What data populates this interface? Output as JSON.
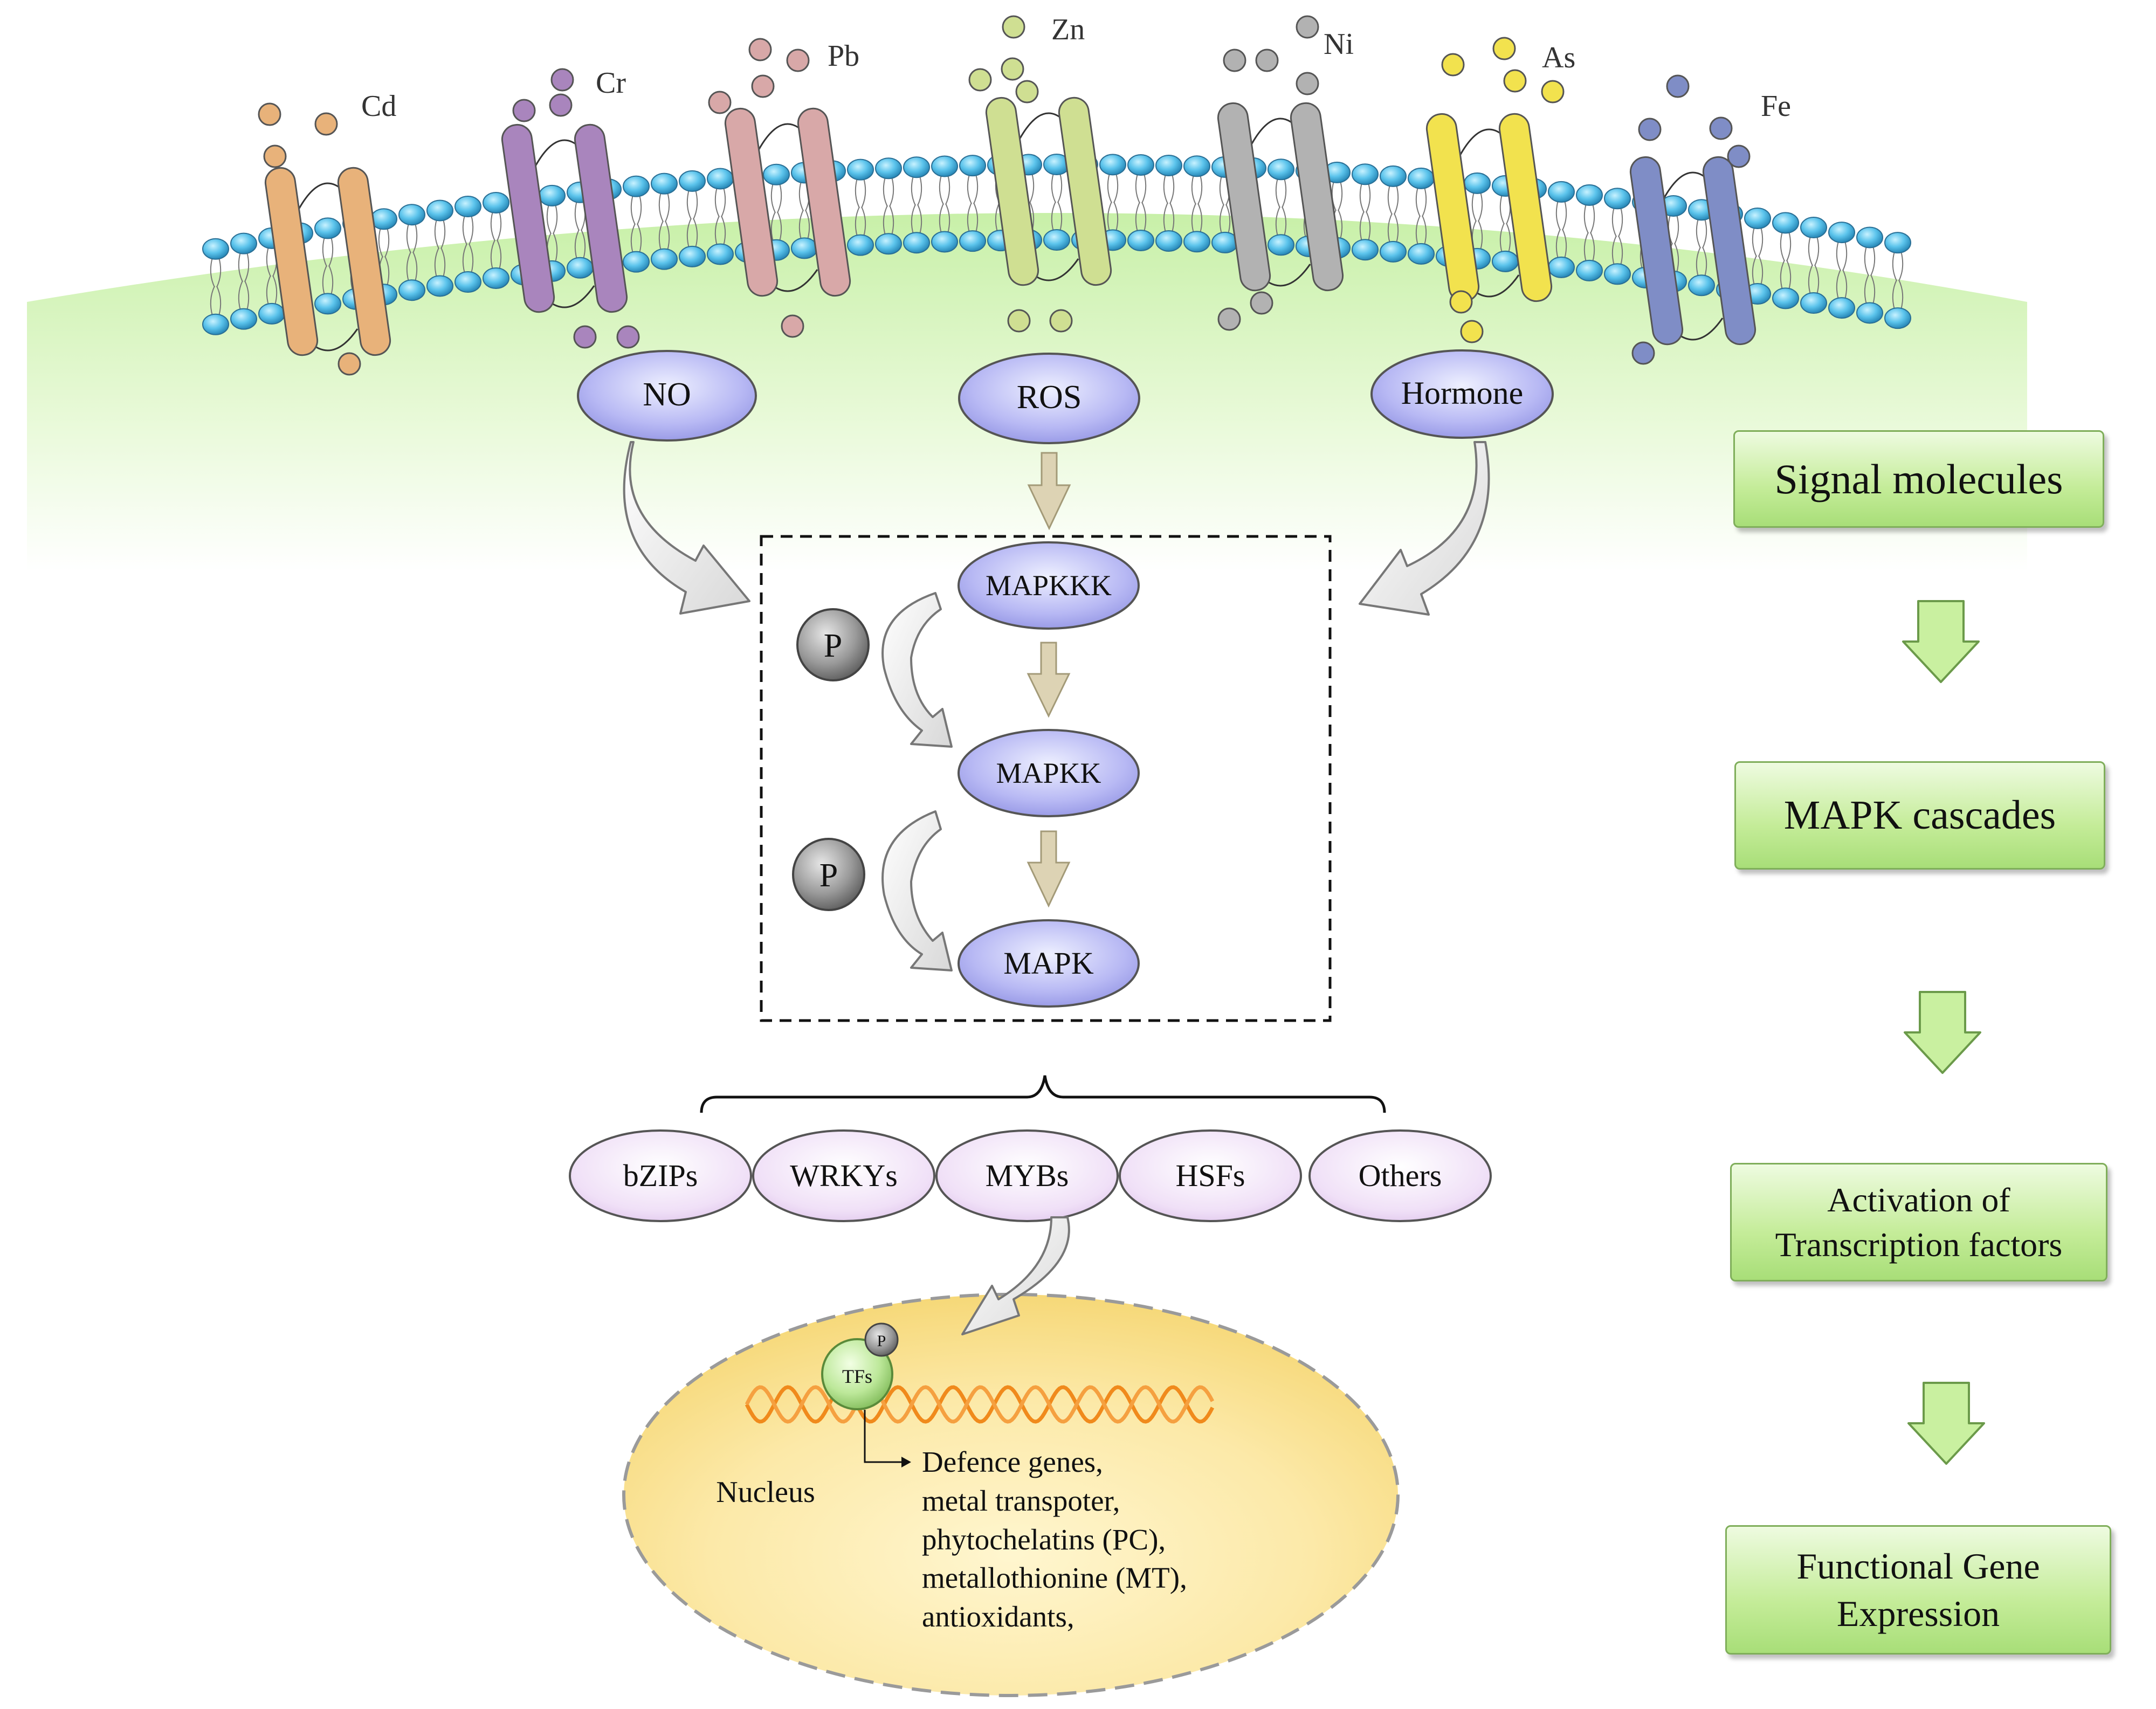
{
  "metals": [
    {
      "symbol": "Cd",
      "color": "#e8b27a"
    },
    {
      "symbol": "Cr",
      "color": "#a985bd"
    },
    {
      "symbol": "Pb",
      "color": "#d8a8a8"
    },
    {
      "symbol": "Zn",
      "color": "#cfdf92"
    },
    {
      "symbol": "Ni",
      "color": "#b2b2b2"
    },
    {
      "symbol": "As",
      "color": "#f2e24e"
    },
    {
      "symbol": "Fe",
      "color": "#7f8dc6"
    }
  ],
  "signals": {
    "no": "NO",
    "ros": "ROS",
    "hormone": "Hormone"
  },
  "cascade": {
    "mapkkk": "MAPKKK",
    "mapkk": "MAPKK",
    "mapk": "MAPK",
    "phospho": "P"
  },
  "transcription_factors": [
    "bZIPs",
    "WRKYs",
    "MYBs",
    "HSFs",
    "Others"
  ],
  "nucleus": {
    "label": "Nucleus",
    "tf_label": "TFs",
    "phospho": "P",
    "genes": [
      "Defence genes,",
      "metal transpoter,",
      "phytochelatins (PC),",
      "metallothionine (MT),",
      "antioxidants,"
    ]
  },
  "flow": {
    "step1": "Signal molecules",
    "step2": "MAPK cascades",
    "step3": [
      "Activation of",
      "Transcription factors"
    ],
    "step4": [
      "Functional Gene",
      "Expression"
    ]
  },
  "colors": {
    "membrane_bead": "#4fb8e6",
    "cell_fill": "#d9f5c0",
    "signal_oval": "#aeb0f0",
    "tf_oval": "#ead6f3",
    "nucleus": "#fbe6a0",
    "flow_arrow": "#c9f0a0"
  }
}
